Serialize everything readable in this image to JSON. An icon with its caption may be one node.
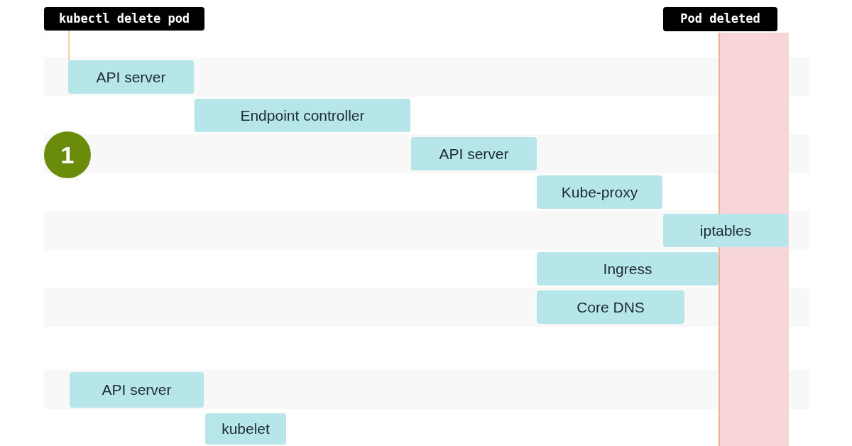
{
  "diagram": {
    "nodes": [
      {
        "text": [
          "kubectl delete pod"
        ]
      },
      {
        "text": [
          "API server"
        ]
      },
      {
        "text": [
          "Endpoint controller"
        ]
      },
      {
        "text": [
          "API server"
        ]
      },
      {
        "text": [
          "Kube-proxy"
        ]
      },
      {
        "text": [
          "iptables"
        ]
      },
      {
        "text": [
          "Ingress"
        ]
      },
      {
        "text": [
          "Core DNS"
        ]
      },
      {
        "text": [
          "API server"
        ]
      },
      {
        "text": [
          "kubelet"
        ]
      },
      {
        "text": [
          "Pod deleted"
        ]
      },
      {
        "text": [
          "1"
        ]
      },
      {
        "text": [],
        "shape": "bar"
      }
    ],
    "edges": [
      {
        "from": 0,
        "to": 1,
        "arrow": "none"
      }
    ]
  }
}
